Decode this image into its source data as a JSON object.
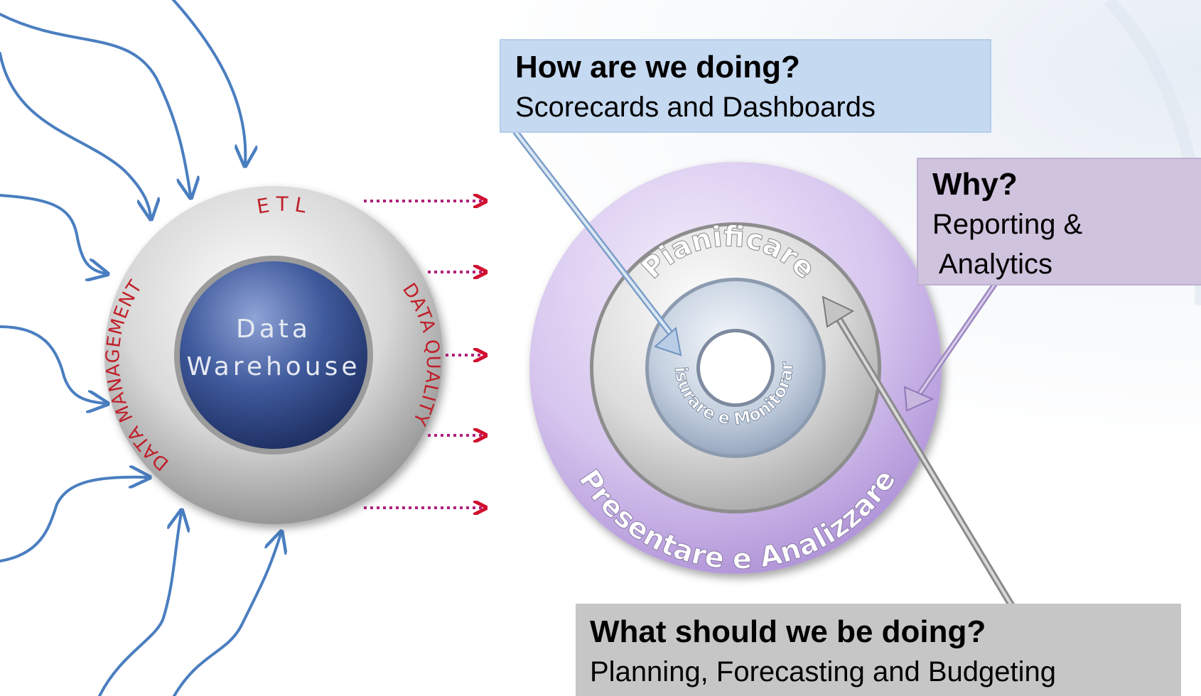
{
  "data_warehouse": {
    "core_label_line1": "Data",
    "core_label_line2": "Warehouse",
    "ring_top": "ETL",
    "ring_left": "DATA MANAGEMENT",
    "ring_right": "DATA QUALITY"
  },
  "bi_cycle": {
    "outer_ring": "Presentare e Analizzare",
    "middle_ring": "Pianificare",
    "inner_ring": "Misurare e Monitorare"
  },
  "callouts": {
    "how": {
      "title": "How are we doing?",
      "subtitle": "Scorecards and Dashboards"
    },
    "why": {
      "title": "Why?",
      "subtitle": "Reporting &\n Analytics"
    },
    "what": {
      "title": "What should we be doing?",
      "subtitle": "Planning, Forecasting and Budgeting"
    }
  },
  "colors": {
    "dw_core": "#3a5496",
    "dw_ring": "#d0d0d0",
    "ring_text": "#c0202a",
    "source_arrows": "#4a7ec0",
    "purple_ring": "#c9b3e6",
    "how_box": "#c5d9f1",
    "why_box": "#cfc3dd",
    "what_box": "#c6c6c6"
  }
}
